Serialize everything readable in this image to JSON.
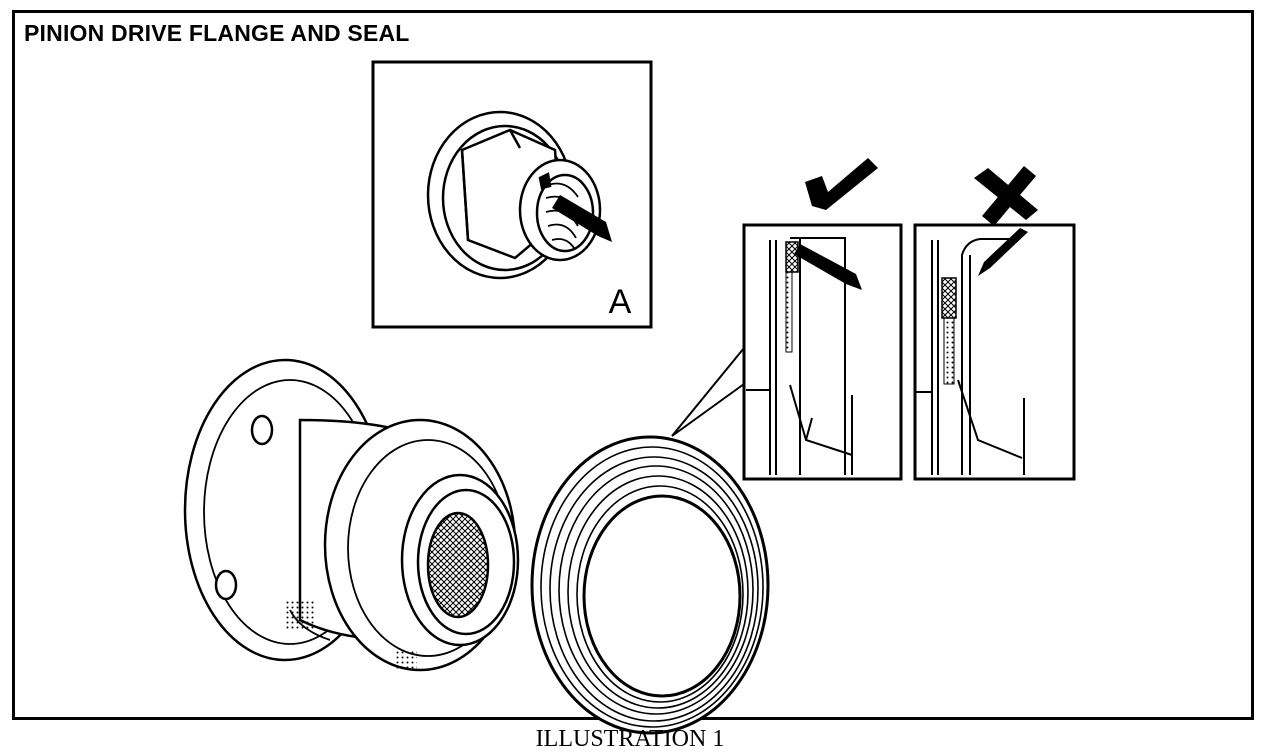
{
  "title": "PINION DRIVE FLANGE AND SEAL",
  "inset_label": "A",
  "caption": "ILLUSTRATION 1",
  "marks": {
    "correct": "check-mark-icon",
    "incorrect": "cross-mark-icon"
  },
  "colors": {
    "ink": "#000000",
    "paper": "#ffffff"
  }
}
